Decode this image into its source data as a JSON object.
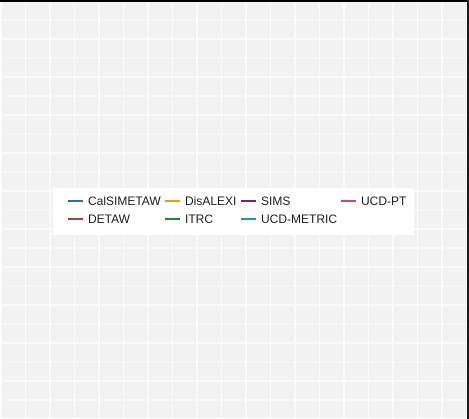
{
  "chart_data": {
    "type": "line",
    "title": "",
    "xlabel": "",
    "ylabel": "",
    "grid": true,
    "legend_position": "center",
    "series": [
      {
        "name": "CalSIMETAW",
        "color": "#2c6db2",
        "values": []
      },
      {
        "name": "DETAW",
        "color": "#c0392b",
        "values": []
      },
      {
        "name": "DisALEXI",
        "color": "#e1a500",
        "values": []
      },
      {
        "name": "ITRC",
        "color": "#1e8b24",
        "values": []
      },
      {
        "name": "SIMS",
        "color": "#7a1f8a",
        "values": []
      },
      {
        "name": "UCD-METRIC",
        "color": "#1f9aa6",
        "values": []
      },
      {
        "name": "UCD-PT",
        "color": "#d0457a",
        "values": []
      }
    ]
  },
  "colors": {
    "panel_background": "#f2f2f2",
    "grid_major": "#ffffff",
    "legend_background": "#ffffff"
  }
}
